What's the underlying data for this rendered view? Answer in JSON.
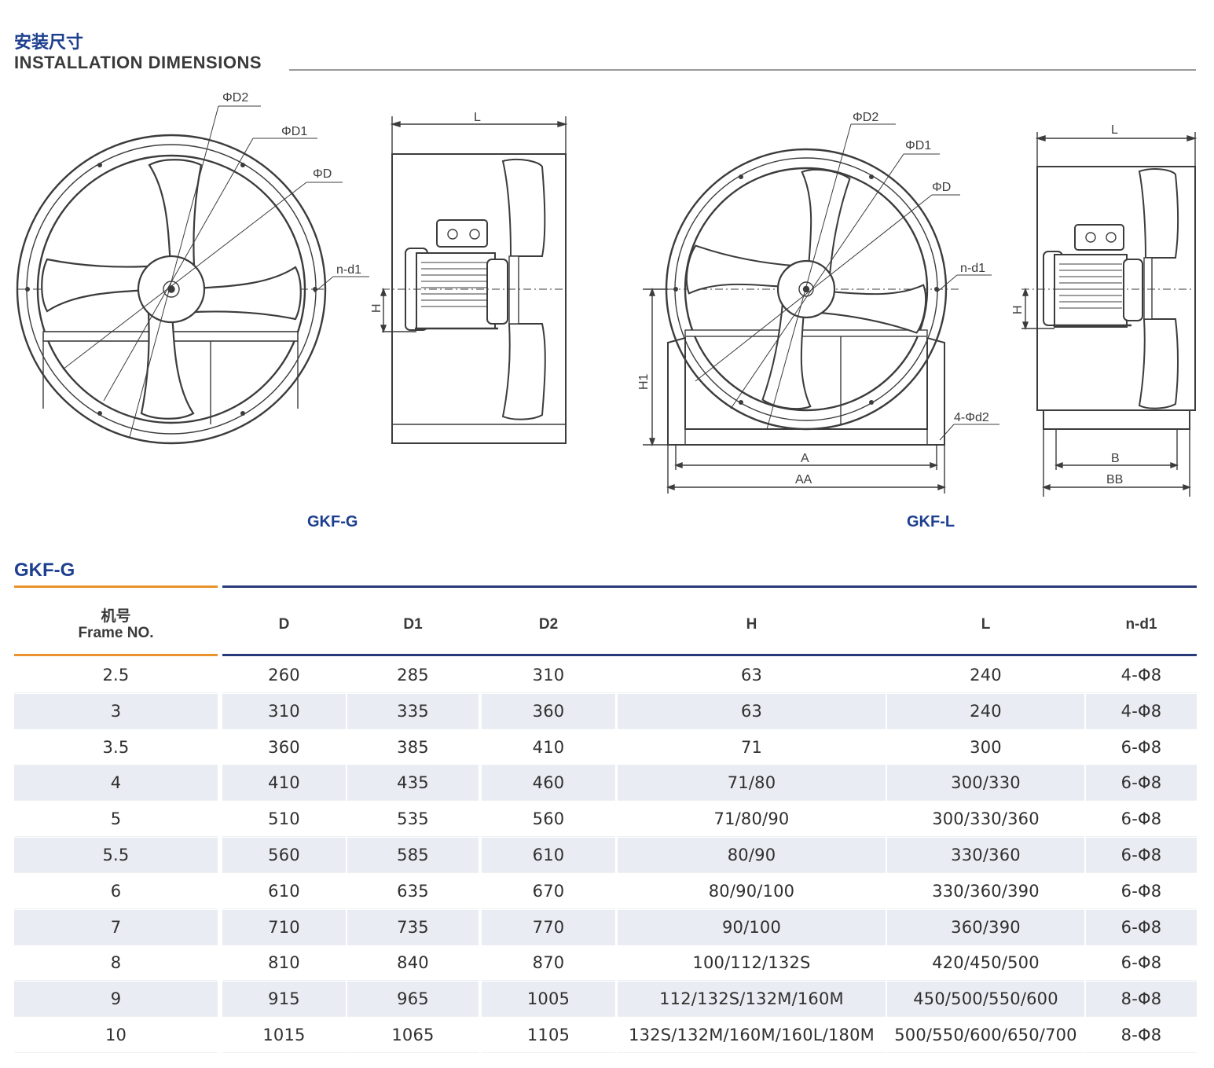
{
  "header": {
    "title_cn": "安装尺寸",
    "title_en": "INSTALLATION DIMENSIONS"
  },
  "drawings": {
    "labels": {
      "phi_d2": "ΦD2",
      "phi_d1": "ΦD1",
      "phi_d": "ΦD",
      "n_d1": "n-d1",
      "L": "L",
      "H": "H",
      "H1": "H1",
      "four_phi_d2": "4-Φd2",
      "A": "A",
      "AA": "AA",
      "B": "B",
      "BB": "BB"
    },
    "caption_g": "GKF-G",
    "caption_l": "GKF-L"
  },
  "table": {
    "section_title": "GKF-G",
    "headers": {
      "frame_cn": "机号",
      "frame_en": "Frame NO.",
      "cols": [
        "D",
        "D1",
        "D2",
        "H",
        "L",
        "n-d1"
      ]
    },
    "rows": [
      [
        "2.5",
        "260",
        "285",
        "310",
        "63",
        "240",
        "4-Φ8"
      ],
      [
        "3",
        "310",
        "335",
        "360",
        "63",
        "240",
        "4-Φ8"
      ],
      [
        "3.5",
        "360",
        "385",
        "410",
        "71",
        "300",
        "6-Φ8"
      ],
      [
        "4",
        "410",
        "435",
        "460",
        "71/80",
        "300/330",
        "6-Φ8"
      ],
      [
        "5",
        "510",
        "535",
        "560",
        "71/80/90",
        "300/330/360",
        "6-Φ8"
      ],
      [
        "5.5",
        "560",
        "585",
        "610",
        "80/90",
        "330/360",
        "6-Φ8"
      ],
      [
        "6",
        "610",
        "635",
        "670",
        "80/90/100",
        "330/360/390",
        "6-Φ8"
      ],
      [
        "7",
        "710",
        "735",
        "770",
        "90/100",
        "360/390",
        "6-Φ8"
      ],
      [
        "8",
        "810",
        "840",
        "870",
        "100/112/132S",
        "420/450/500",
        "6-Φ8"
      ],
      [
        "9",
        "915",
        "965",
        "1005",
        "112/132S/132M/160M",
        "450/500/550/600",
        "8-Φ8"
      ],
      [
        "10",
        "1015",
        "1065",
        "1105",
        "132S/132M/160M/160L/180M",
        "500/550/600/650/700",
        "8-Φ8"
      ]
    ]
  }
}
